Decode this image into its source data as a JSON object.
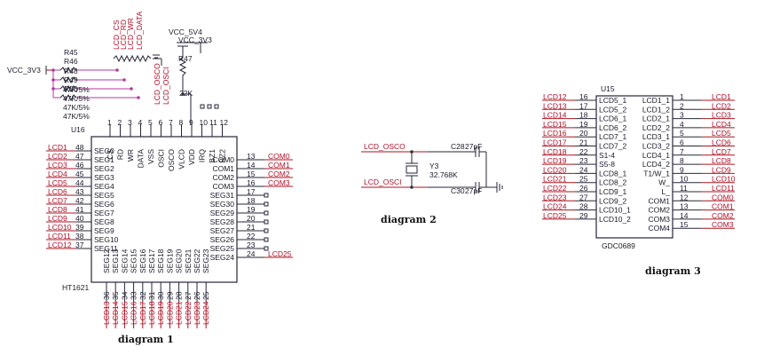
{
  "diagram1": {
    "caption": "diagram 1",
    "chip_ref": "U16",
    "chip_part": "HT1621",
    "vcc3v3_left": "VCC_3V3",
    "vcc5v4": "VCC_5V4",
    "vcc3v3_top": "VCC_3V3",
    "resistors": [
      "R45",
      "R46",
      "R48",
      "R49",
      "R50"
    ],
    "res_values": [
      "47K/5%",
      "47K/5%",
      "47K/5%",
      "47K/5%"
    ],
    "r47": "R47",
    "r47_value": "22K",
    "top_nets": [
      "LCD_CS",
      "LCD_RD",
      "LCD_WR",
      "LCD_DATA"
    ],
    "osc_nets": [
      "LCD_OSCO",
      "LCD_OSCI"
    ],
    "top_pins": [
      {
        "num": "1",
        "name": "CS"
      },
      {
        "num": "2",
        "name": "RD"
      },
      {
        "num": "3",
        "name": "WR"
      },
      {
        "num": "4",
        "name": "DATA"
      },
      {
        "num": "5",
        "name": "VSS"
      },
      {
        "num": "6",
        "name": "OSCI"
      },
      {
        "num": "7",
        "name": "OSCO"
      },
      {
        "num": "8",
        "name": "VLCD"
      },
      {
        "num": "9",
        "name": "VDD"
      },
      {
        "num": "10",
        "name": "IRQ"
      },
      {
        "num": "11",
        "name": "BZ1"
      },
      {
        "num": "12",
        "name": "BZ2"
      }
    ],
    "left_pins": [
      {
        "net": "LCD1",
        "num": "48",
        "name": "SEG0"
      },
      {
        "net": "LCD2",
        "num": "47",
        "name": "SEG1"
      },
      {
        "net": "LCD3",
        "num": "46",
        "name": "SEG2"
      },
      {
        "net": "LCD4",
        "num": "45",
        "name": "SEG3"
      },
      {
        "net": "LCD5",
        "num": "44",
        "name": "SEG4"
      },
      {
        "net": "LCD6",
        "num": "43",
        "name": "SEG5"
      },
      {
        "net": "LCD7",
        "num": "42",
        "name": "SEG6"
      },
      {
        "net": "LCD8",
        "num": "41",
        "name": "SEG7"
      },
      {
        "net": "LCD9",
        "num": "40",
        "name": "SEG8"
      },
      {
        "net": "LCD10",
        "num": "39",
        "name": "SEG9"
      },
      {
        "net": "LCD11",
        "num": "38",
        "name": "SEG10"
      },
      {
        "net": "LCD12",
        "num": "37",
        "name": "SEG11"
      }
    ],
    "right_pins": [
      {
        "name": "COM0",
        "num": "13",
        "net": "COM0"
      },
      {
        "name": "COM1",
        "num": "14",
        "net": "COM1"
      },
      {
        "name": "COM2",
        "num": "15",
        "net": "COM2"
      },
      {
        "name": "COM3",
        "num": "16",
        "net": "COM3"
      },
      {
        "name": "SEG31",
        "num": "17",
        "net": ""
      },
      {
        "name": "SEG30",
        "num": "18",
        "net": ""
      },
      {
        "name": "SEG29",
        "num": "19",
        "net": ""
      },
      {
        "name": "SEG28",
        "num": "20",
        "net": ""
      },
      {
        "name": "SEG27",
        "num": "21",
        "net": ""
      },
      {
        "name": "SEG26",
        "num": "22",
        "net": ""
      },
      {
        "name": "SEG25",
        "num": "23",
        "net": ""
      },
      {
        "name": "SEG24",
        "num": "24",
        "net": "LCD25"
      }
    ],
    "bottom_pins": [
      {
        "name": "SEG12",
        "num": "36",
        "net": "LCD13"
      },
      {
        "name": "SEG13",
        "num": "35",
        "net": "LCD14"
      },
      {
        "name": "SEG14",
        "num": "34",
        "net": "LCD15"
      },
      {
        "name": "SEG15",
        "num": "33",
        "net": "LCD16"
      },
      {
        "name": "SEG16",
        "num": "32",
        "net": "LCD17"
      },
      {
        "name": "SEG17",
        "num": "31",
        "net": "LCD18"
      },
      {
        "name": "SEG18",
        "num": "30",
        "net": "LCD19"
      },
      {
        "name": "SEG19",
        "num": "29",
        "net": "LCD20"
      },
      {
        "name": "SEG20",
        "num": "28",
        "net": "LCD21"
      },
      {
        "name": "SEG21",
        "num": "27",
        "net": "LCD22"
      },
      {
        "name": "SEG22",
        "num": "26",
        "net": "LCD23"
      },
      {
        "name": "SEG23",
        "num": "25",
        "net": "LCD24"
      }
    ]
  },
  "diagram2": {
    "caption": "diagram 2",
    "osco": "LCD_OSCO",
    "osci": "LCD_OSCI",
    "c28": "C28",
    "c28_value": "27pF",
    "c30": "C30",
    "c30_value": "27pF",
    "crystal": "Y3",
    "crystal_value": "32.768K"
  },
  "diagram3": {
    "caption": "diagram 3",
    "ref": "U15",
    "part": "GDC0689",
    "left_pins": [
      {
        "net": "LCD12",
        "num": "16",
        "name": "LCD5_1"
      },
      {
        "net": "LCD13",
        "num": "17",
        "name": "LCD5_2"
      },
      {
        "net": "LCD14",
        "num": "18",
        "name": "LCD6_1"
      },
      {
        "net": "LCD15",
        "num": "19",
        "name": "LCD6_2"
      },
      {
        "net": "LCD16",
        "num": "20",
        "name": "LCD7_1"
      },
      {
        "net": "LCD17",
        "num": "21",
        "name": "LCD7_2"
      },
      {
        "net": "LCD18",
        "num": "22",
        "name": "S1-4"
      },
      {
        "net": "LCD19",
        "num": "23",
        "name": "S5-8"
      },
      {
        "net": "LCD20",
        "num": "24",
        "name": "LCD8_1"
      },
      {
        "net": "LCD21",
        "num": "25",
        "name": "LCD8_2"
      },
      {
        "net": "LCD22",
        "num": "26",
        "name": "LCD9_1"
      },
      {
        "net": "LCD23",
        "num": "27",
        "name": "LCD9_2"
      },
      {
        "net": "LCD24",
        "num": "28",
        "name": "LCD10_1"
      },
      {
        "net": "LCD25",
        "num": "29",
        "name": "LCD10_2"
      }
    ],
    "right_pins": [
      {
        "name": "LCD1_1",
        "num": "1",
        "net": "LCD1"
      },
      {
        "name": "LCD1_2",
        "num": "2",
        "net": "LCD2"
      },
      {
        "name": "LCD2_1",
        "num": "3",
        "net": "LCD3"
      },
      {
        "name": "LCD2_2",
        "num": "4",
        "net": "LCD4"
      },
      {
        "name": "LCD3_1",
        "num": "5",
        "net": "LCD5"
      },
      {
        "name": "LCD3_2",
        "num": "6",
        "net": "LCD6"
      },
      {
        "name": "LCD4_1",
        "num": "7",
        "net": "LCD7"
      },
      {
        "name": "LCD4_2",
        "num": "8",
        "net": "LCD8"
      },
      {
        "name": "T1/W_1",
        "num": "9",
        "net": "LCD9"
      },
      {
        "name": "W_",
        "num": "10",
        "net": "LCD10"
      },
      {
        "name": "L_",
        "num": "11",
        "net": "LCD11"
      },
      {
        "name": "COM1",
        "num": "12",
        "net": "COM0"
      },
      {
        "name": "COM2",
        "num": "13",
        "net": "COM1"
      },
      {
        "name": "COM3",
        "num": "14",
        "net": "COM2"
      },
      {
        "name": "COM4",
        "num": "15",
        "net": "COM3"
      }
    ]
  }
}
